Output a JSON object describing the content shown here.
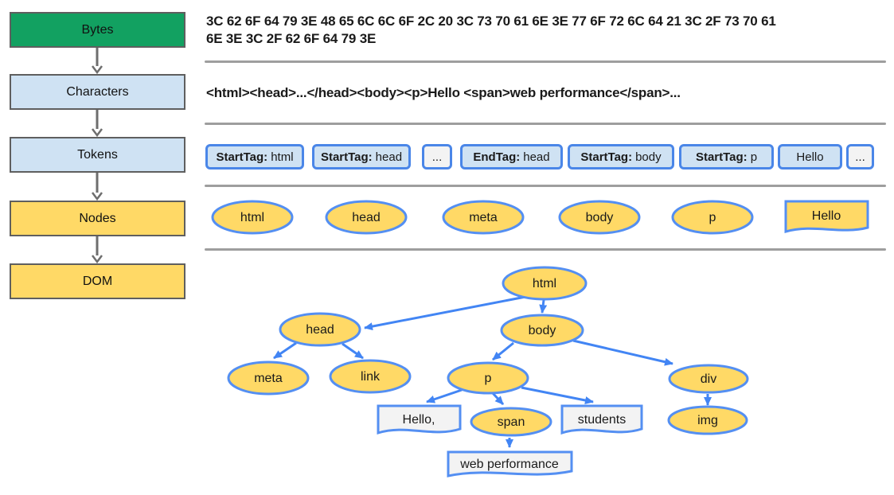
{
  "colors": {
    "bytes_green": "#12a161",
    "stage_light_blue": "#cfe2f3",
    "node_yellow": "#ffd966",
    "textnode_gray": "#f3f3f3",
    "node_border_blue": "#548ff2",
    "token_border_blue": "#4a86e8",
    "arrow_blue": "#4285f4",
    "stage_border_gray": "#5f5f5f",
    "divider_gray": "#9e9e9e",
    "flow_arrow_gray": "#6e6e6e"
  },
  "pipeline": {
    "stages": [
      {
        "label": "Bytes"
      },
      {
        "label": "Characters"
      },
      {
        "label": "Tokens"
      },
      {
        "label": "Nodes"
      },
      {
        "label": "DOM"
      }
    ]
  },
  "bytes_row": {
    "line1": "3C 62 6F 64 79 3E 48 65 6C 6C 6F 2C 20 3C 73 70 61 6E 3E 77 6F 72 6C 64 21 3C 2F 73 70 61",
    "line2": "6E 3E 3C 2F 62 6F 64 79 3E"
  },
  "characters_row": {
    "text": "<html><head>...</head><body><p>Hello <span>web performance</span>..."
  },
  "tokens_row": {
    "items": [
      {
        "prefix": "StartTag:",
        "value": "html"
      },
      {
        "prefix": "StartTag:",
        "value": "head"
      },
      {
        "prefix": "",
        "value": "..."
      },
      {
        "prefix": "EndTag:",
        "value": "head"
      },
      {
        "prefix": "StartTag:",
        "value": "body"
      },
      {
        "prefix": "StartTag:",
        "value": "p"
      },
      {
        "prefix": "",
        "value": "Hello"
      },
      {
        "prefix": "",
        "value": "..."
      }
    ]
  },
  "nodes_row": {
    "items": [
      "html",
      "head",
      "meta",
      "body",
      "p",
      "Hello"
    ]
  },
  "dom_tree": {
    "nodes": {
      "html": "html",
      "head": "head",
      "body": "body",
      "meta": "meta",
      "link": "link",
      "p": "p",
      "div": "div",
      "span": "span",
      "img": "img",
      "text_hello": "Hello,",
      "text_students": "students",
      "text_webperf": "web performance"
    }
  }
}
